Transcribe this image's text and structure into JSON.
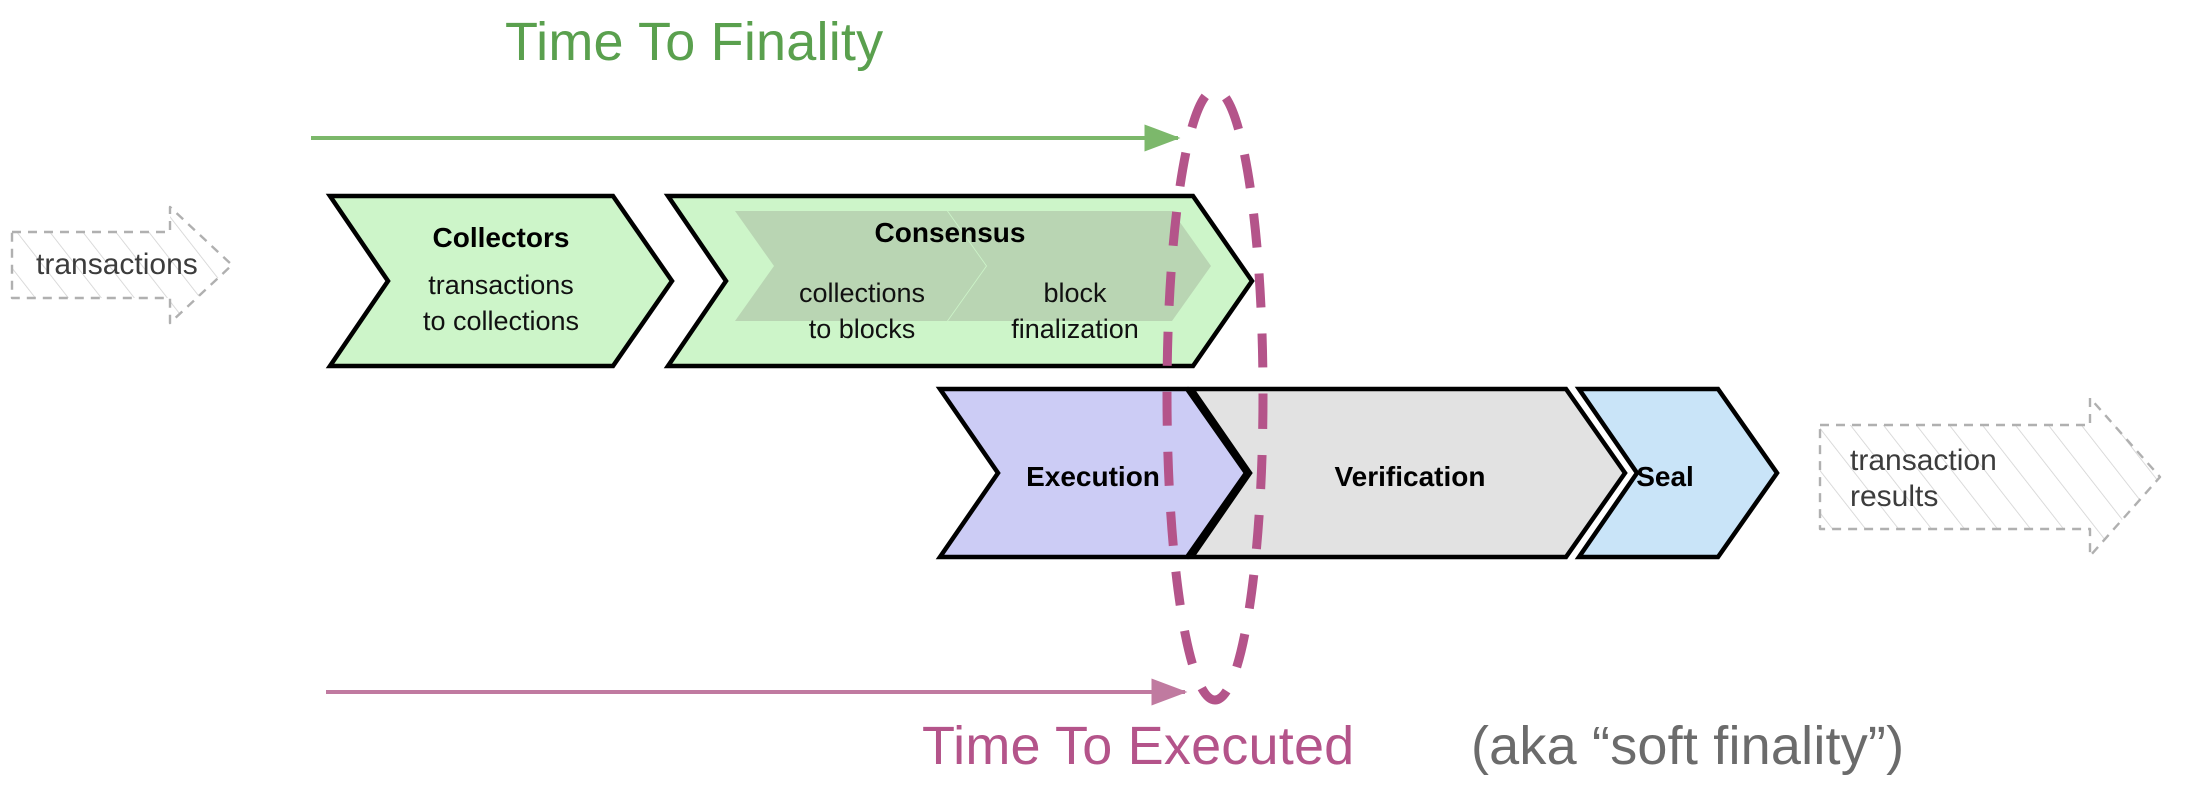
{
  "diagram": {
    "title_top": "Time To Finality",
    "title_bottom_main": "Time To Executed",
    "title_bottom_note": "(aka “soft finality”)",
    "input_label": "transactions",
    "output_label_line1": "transaction",
    "output_label_line2": "results"
  },
  "colors": {
    "green_accent": "#5aa04e",
    "pink_accent": "#b4548a",
    "gray_text": "#6b6b6b",
    "chevron_green_fill": "#cdf5c9",
    "chevron_green_inner_fill": "#b9d5b3",
    "chevron_purple_fill": "#ccccf5",
    "chevron_gray_fill": "#e2e2e2",
    "chevron_blue_fill": "#c9e4f8",
    "stroke_black": "#000000",
    "ghost_stroke": "#b3b3b3"
  },
  "top_pipeline": [
    {
      "id": "collectors",
      "title": "Collectors",
      "sub_line1": "transactions",
      "sub_line2": "to collections",
      "fill": "#cdf5c9"
    },
    {
      "id": "consensus",
      "title": "Consensus",
      "fill": "#cdf5c9",
      "substages": [
        {
          "id": "collections-to-blocks",
          "line1": "collections",
          "line2": "to blocks"
        },
        {
          "id": "block-finalization",
          "line1": "block",
          "line2": "finalization"
        }
      ]
    }
  ],
  "bottom_pipeline": [
    {
      "id": "execution",
      "title": "Execution",
      "fill": "#ccccf5"
    },
    {
      "id": "verification",
      "title": "Verification",
      "fill": "#e2e2e2"
    },
    {
      "id": "seal",
      "title": "Seal",
      "fill": "#c9e4f8"
    }
  ],
  "annotations": {
    "top_arrow_name": "time-to-finality-arrow",
    "bottom_arrow_name": "time-to-executed-arrow",
    "highlight_name": "finality-boundary-ellipse"
  }
}
